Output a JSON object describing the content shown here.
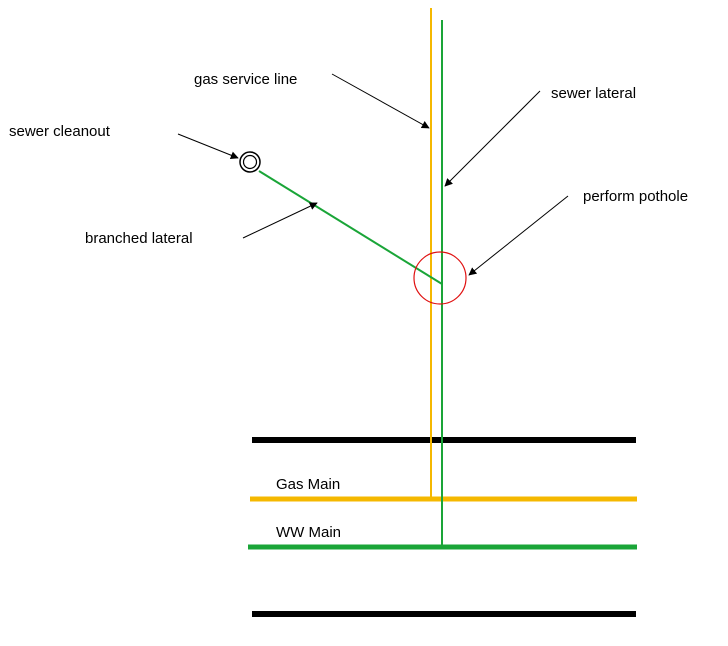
{
  "labels": {
    "gas_service_line": "gas service line",
    "sewer_lateral": "sewer lateral",
    "sewer_cleanout": "sewer cleanout",
    "perform_pothole": "perform pothole",
    "branched_lateral": "branched  lateral",
    "gas_main": "Gas Main",
    "ww_main": "WW Main"
  },
  "colors": {
    "gas": "#f5b800",
    "sewer": "#1aa538",
    "pothole": "#e01010",
    "road_edge": "#000000",
    "leader": "#000000"
  }
}
